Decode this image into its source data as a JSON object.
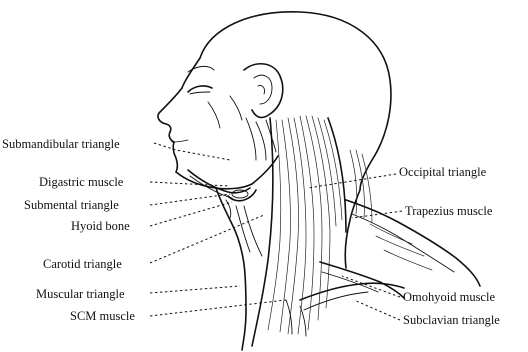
{
  "labels": {
    "submandibular_triangle": "Submandibular triangle",
    "digastric_muscle": "Digastric muscle",
    "submental_triangle": "Submental triangle",
    "hyoid_bone": "Hyoid bone",
    "carotid_triangle": "Carotid triangle",
    "muscular_triangle": "Muscular triangle",
    "scm_muscle": "SCM muscle",
    "occipital_triangle": "Occipital triangle",
    "trapezius_muscle": "Trapezius muscle",
    "omohyoid_muscle": "Omohyoid muscle",
    "subclavian_triangle": "Subclavian triangle"
  }
}
